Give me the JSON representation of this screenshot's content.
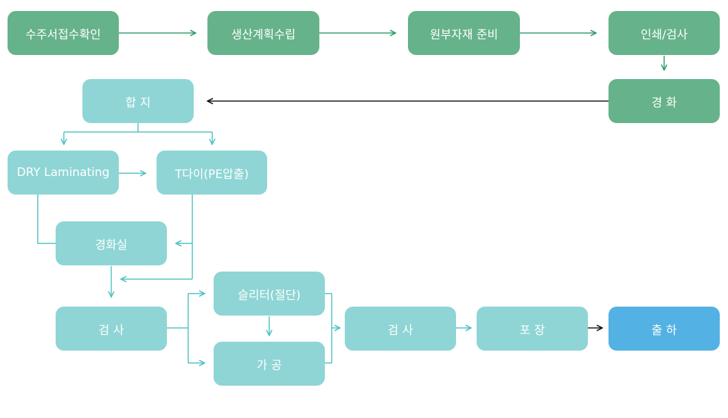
{
  "colors": {
    "green_box": "#66b28a",
    "teal_box": "#8fd5d5",
    "blue_box": "#53b1e3",
    "green_arrow": "#2f9b67",
    "teal_arrow": "#4dc2c2",
    "black_arrow": "#111111"
  },
  "steps": {
    "order_confirm": "수주서접수확인",
    "production_plan": "생산계획수립",
    "material_prep": "원부자재 준비",
    "print_inspect": "인쇄/검사",
    "curing": "경 화",
    "lamination": "합 지",
    "dry_laminating": "DRY Laminating",
    "t_die": "T다이(PE압출)",
    "curing_room": "경화실",
    "inspection_1": "검 사",
    "slitting": "슬리터(절단)",
    "processing": "가 공",
    "inspection_2": "검 사",
    "packing": "포 장",
    "shipping": "출 하"
  }
}
